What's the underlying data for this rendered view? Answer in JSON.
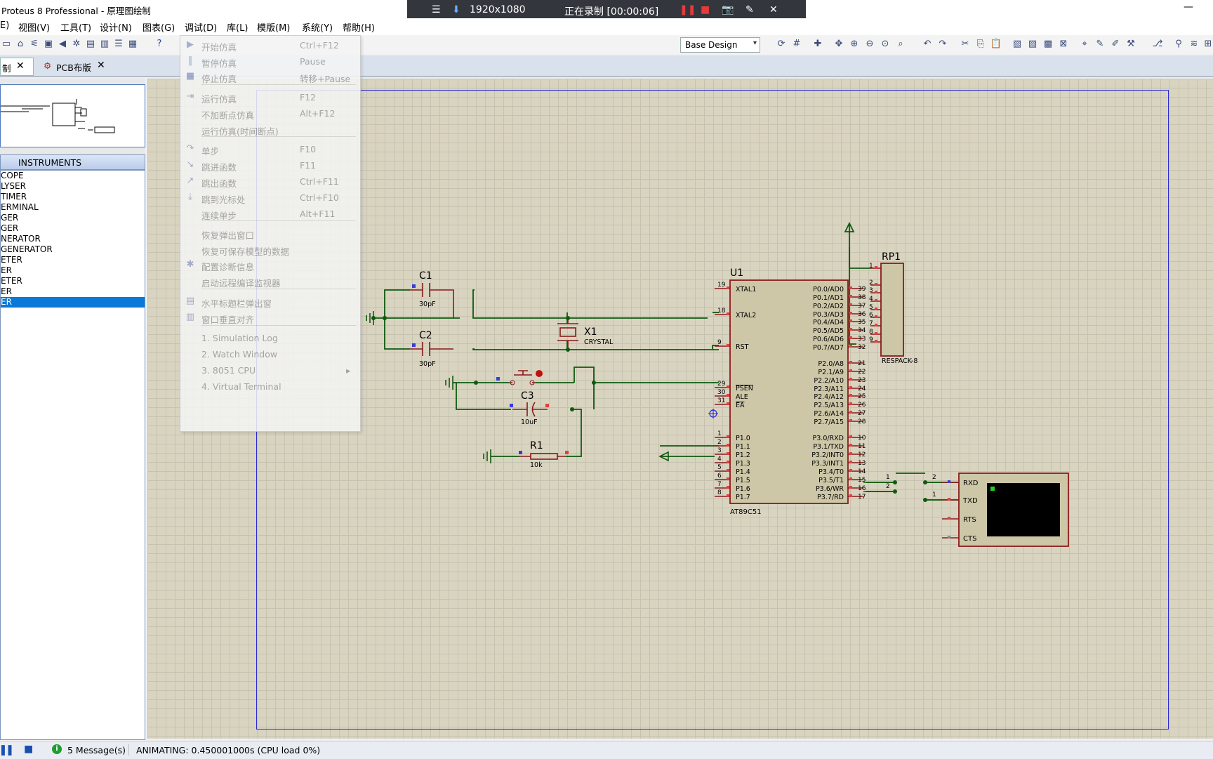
{
  "window": {
    "title": "Proteus 8 Professional - 原理图绘制",
    "minimize_glyph": "—"
  },
  "recorder": {
    "resolution": "1920x1080",
    "status": "正在录制 [00:00:06]",
    "menu_glyph": "☰",
    "pin_glyph": "⬇",
    "pause_glyph": "❚❚",
    "stop_glyph": "■",
    "camera_glyph": "📷",
    "pen_glyph": "✎",
    "close_glyph": "✕"
  },
  "menubar": {
    "items": [
      "E)",
      "视图(V)",
      "工具(T)",
      "设计(N)",
      "图表(G)",
      "调试(D)",
      "库(L)",
      "模版(M)",
      "系统(Y)",
      "帮助(H)"
    ]
  },
  "toolbar": {
    "design_select": "Base Design",
    "design_caret": "▾"
  },
  "tabs": [
    {
      "label": "制",
      "close": "✕"
    },
    {
      "label": "PCB布版",
      "close": "✕"
    }
  ],
  "left_panel": {
    "instruments_header": "INSTRUMENTS",
    "items": [
      "COPE",
      "LYSER",
      "TIMER",
      "ERMINAL",
      "GER",
      "GER",
      "NERATOR",
      "GENERATOR",
      "ETER",
      "ER",
      "ETER",
      "ER",
      "ER"
    ],
    "selected_index": 12
  },
  "debug_menu": {
    "items": [
      {
        "label": "开始仿真",
        "shortcut": "Ctrl+F12",
        "icon": "▶"
      },
      {
        "label": "暂停仿真",
        "shortcut": "Pause",
        "icon": "‖"
      },
      {
        "label": "停止仿真",
        "shortcut": "转移+Pause",
        "icon": "■"
      },
      {
        "label": "运行仿真",
        "shortcut": "F12",
        "icon": "⇥"
      },
      {
        "label": "不加断点仿真",
        "shortcut": "Alt+F12",
        "icon": ""
      },
      {
        "label": "运行仿真(时间断点)",
        "shortcut": "",
        "icon": ""
      },
      {
        "label": "单步",
        "shortcut": "F10",
        "icon": "↷"
      },
      {
        "label": "跳进函数",
        "shortcut": "F11",
        "icon": "↘"
      },
      {
        "label": "跳出函数",
        "shortcut": "Ctrl+F11",
        "icon": "↗"
      },
      {
        "label": "跳到光标处",
        "shortcut": "Ctrl+F10",
        "icon": "⤓"
      },
      {
        "label": "连续单步",
        "shortcut": "Alt+F11",
        "icon": ""
      },
      {
        "label": "恢复弹出窗口",
        "shortcut": "",
        "icon": ""
      },
      {
        "label": "恢复可保存模型的数据",
        "shortcut": "",
        "icon": ""
      },
      {
        "label": "配置诊断信息",
        "shortcut": "",
        "icon": "✱"
      },
      {
        "label": "启动远程编译监视器",
        "shortcut": "",
        "icon": ""
      },
      {
        "label": "水平标题栏弹出窗",
        "shortcut": "",
        "icon": "▤"
      },
      {
        "label": "窗口垂直对齐",
        "shortcut": "",
        "icon": "▥"
      },
      {
        "label": "1. Simulation Log",
        "shortcut": "",
        "icon": ""
      },
      {
        "label": "2. Watch Window",
        "shortcut": "",
        "icon": ""
      },
      {
        "label": "3. 8051 CPU",
        "shortcut": "▸",
        "icon": ""
      },
      {
        "label": "4. Virtual Terminal",
        "shortcut": "",
        "icon": ""
      }
    ]
  },
  "schematic": {
    "C1": {
      "ref": "C1",
      "value": "30pF"
    },
    "C2": {
      "ref": "C2",
      "value": "30pF"
    },
    "C3": {
      "ref": "C3",
      "value": "10uF"
    },
    "R1": {
      "ref": "R1",
      "value": "10k"
    },
    "X1": {
      "ref": "X1",
      "value": "CRYSTAL"
    },
    "U1": {
      "ref": "U1",
      "part": "AT89C51"
    },
    "RP1": {
      "ref": "RP1",
      "part": "RESPACK-8"
    },
    "pins_left": [
      {
        "num": "19",
        "name": "XTAL1"
      },
      {
        "num": "18",
        "name": "XTAL2"
      },
      {
        "num": "9",
        "name": "RST"
      },
      {
        "num": "29",
        "name": "PSEN"
      },
      {
        "num": "30",
        "name": "ALE"
      },
      {
        "num": "31",
        "name": "EA"
      },
      {
        "num": "1",
        "name": "P1.0"
      },
      {
        "num": "2",
        "name": "P1.1"
      },
      {
        "num": "3",
        "name": "P1.2"
      },
      {
        "num": "4",
        "name": "P1.3"
      },
      {
        "num": "5",
        "name": "P1.4"
      },
      {
        "num": "6",
        "name": "P1.5"
      },
      {
        "num": "7",
        "name": "P1.6"
      },
      {
        "num": "8",
        "name": "P1.7"
      }
    ],
    "pins_right": [
      {
        "num": "39",
        "name": "P0.0/AD0"
      },
      {
        "num": "38",
        "name": "P0.1/AD1"
      },
      {
        "num": "37",
        "name": "P0.2/AD2"
      },
      {
        "num": "36",
        "name": "P0.3/AD3"
      },
      {
        "num": "35",
        "name": "P0.4/AD4"
      },
      {
        "num": "34",
        "name": "P0.5/AD5"
      },
      {
        "num": "33",
        "name": "P0.6/AD6"
      },
      {
        "num": "32",
        "name": "P0.7/AD7"
      },
      {
        "num": "21",
        "name": "P2.0/A8"
      },
      {
        "num": "22",
        "name": "P2.1/A9"
      },
      {
        "num": "23",
        "name": "P2.2/A10"
      },
      {
        "num": "24",
        "name": "P2.3/A11"
      },
      {
        "num": "25",
        "name": "P2.4/A12"
      },
      {
        "num": "26",
        "name": "P2.5/A13"
      },
      {
        "num": "27",
        "name": "P2.6/A14"
      },
      {
        "num": "28",
        "name": "P2.7/A15"
      },
      {
        "num": "10",
        "name": "P3.0/RXD"
      },
      {
        "num": "11",
        "name": "P3.1/TXD"
      },
      {
        "num": "12",
        "name": "P3.2/INT0"
      },
      {
        "num": "13",
        "name": "P3.3/INT1"
      },
      {
        "num": "14",
        "name": "P3.4/T0"
      },
      {
        "num": "15",
        "name": "P3.5/T1"
      },
      {
        "num": "16",
        "name": "P3.6/WR"
      },
      {
        "num": "17",
        "name": "P3.7/RD"
      }
    ],
    "rp1_pins": [
      "1",
      "2",
      "3",
      "4",
      "5",
      "6",
      "7",
      "8",
      "9"
    ],
    "uart_wire_labels": [
      "1",
      "2"
    ],
    "terminal_wire_labels": [
      "2",
      "1"
    ],
    "terminal_pins": [
      "RXD",
      "TXD",
      "RTS",
      "CTS"
    ]
  },
  "statusbar": {
    "messages": "5 Message(s)",
    "animating": "ANIMATING: 0.450001000s (CPU load 0%)",
    "info_glyph": "i",
    "pause_glyph": "▌▌",
    "stop_glyph": "■"
  }
}
